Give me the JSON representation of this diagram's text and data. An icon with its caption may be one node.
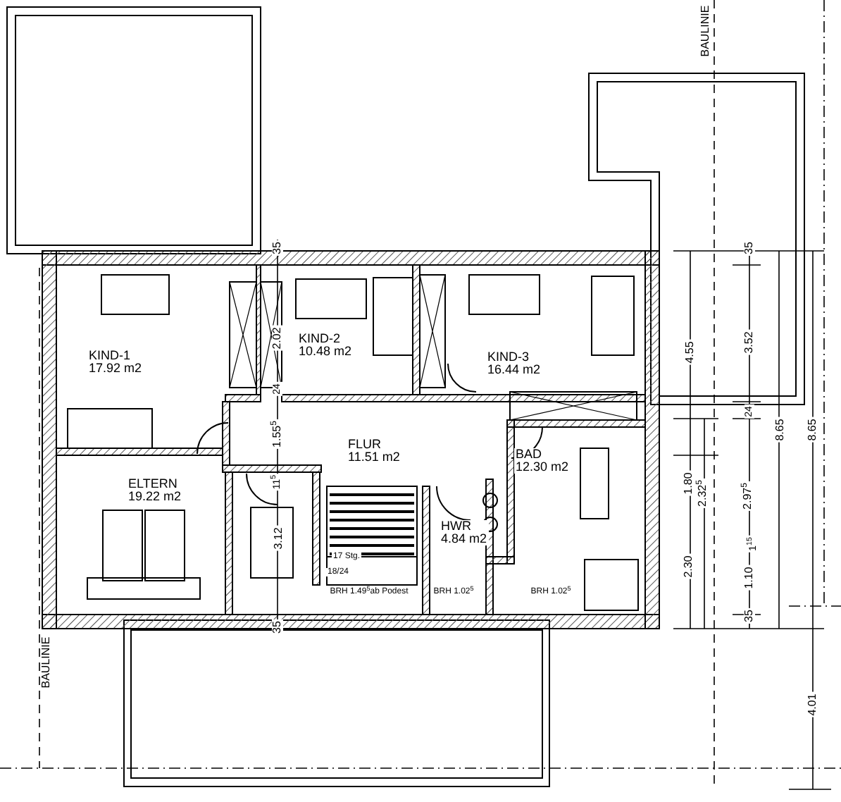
{
  "diagram": {
    "nodes": [
      {
        "text": [
          "KIND-1",
          "17.92 m2"
        ]
      },
      {
        "text": [
          "KIND-2",
          "10.48 m2"
        ]
      },
      {
        "text": [
          "KIND-3",
          "16.44 m2"
        ]
      },
      {
        "text": [
          "FLUR",
          "11.51 m2"
        ]
      },
      {
        "text": [
          "ELTERN",
          "19.22 m2"
        ]
      },
      {
        "text": [
          "BAD",
          "12.30 m2"
        ]
      },
      {
        "text": [
          "HWR",
          "4.84 m2"
        ]
      }
    ],
    "labels": [
      "BAULINIE",
      "35",
      "2.02",
      "24",
      "1.55$^{5}$",
      "11$^{5}$",
      "3.12",
      "17 Stg.",
      "18/24",
      "BRH 1.49$^{5}$ab Podest",
      "BRH 1.02$^{5}$",
      "BRH 1.02$^{5}$",
      "35",
      "4.55",
      "35",
      "3.52",
      "24",
      "8.65",
      "8.65",
      "1.80",
      "2.32$^{5}$",
      "2.97$^{5}$",
      "1$^{15}$",
      "1.10",
      "2.30",
      "35",
      "4.01",
      "BAULINIE"
    ]
  }
}
